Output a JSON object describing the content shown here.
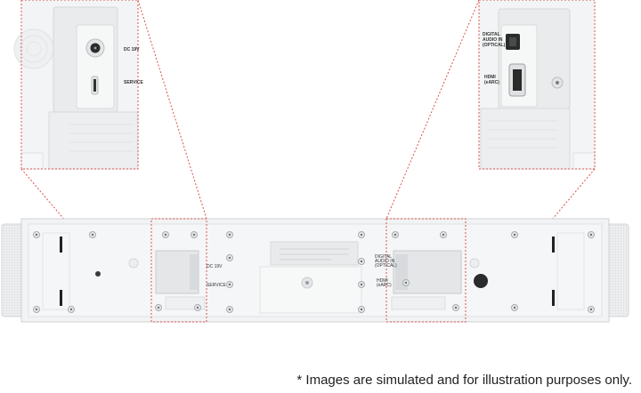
{
  "disclaimer": "* Images are simulated and for illustration purposes only.",
  "ports_left": {
    "dc": "DC 19V",
    "service": "SERVICE"
  },
  "ports_right": {
    "digital_line1": "DIGITAL",
    "digital_line2": "AUDIO IN",
    "digital_line3": "(OPTICAL)",
    "hdmi_line1": "HDMI",
    "hdmi_line2": "(eARC)"
  },
  "colors": {
    "callout_line": "#d9534f",
    "device_body": "#f2f3f4",
    "device_edge": "#cfd2d4"
  }
}
